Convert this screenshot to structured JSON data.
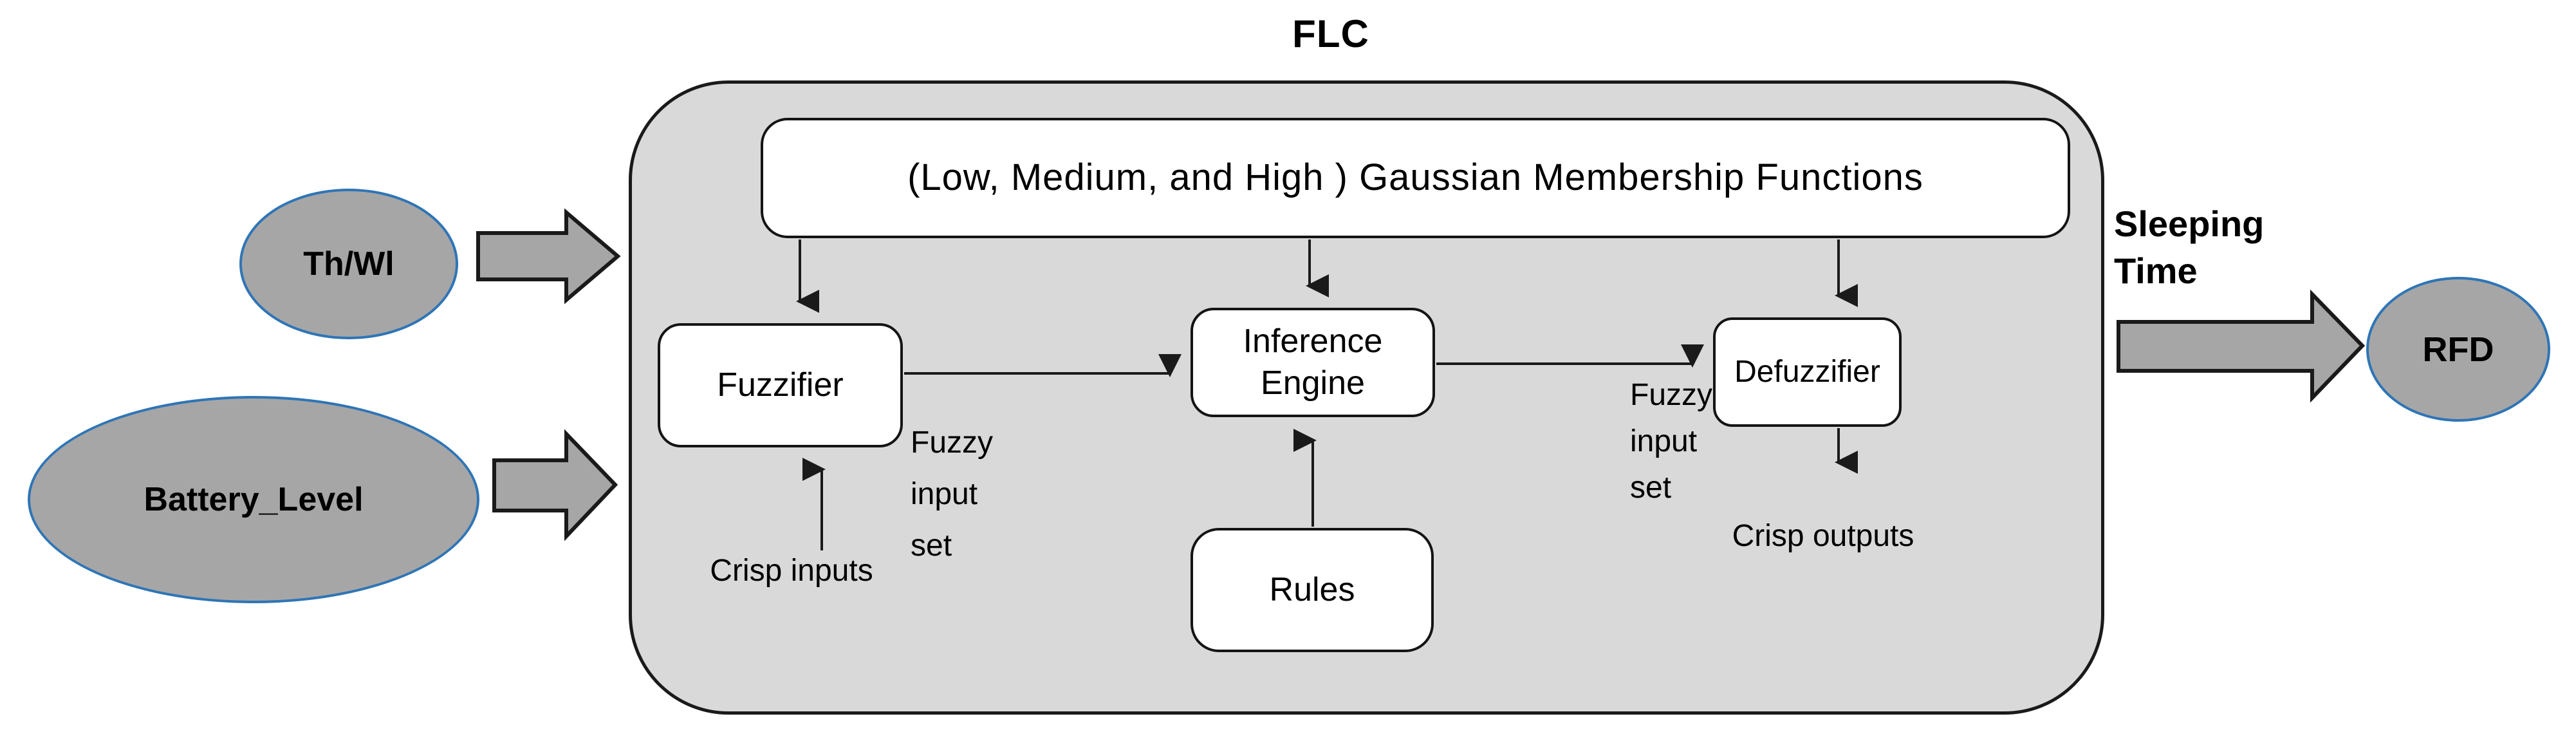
{
  "title": {
    "text": "FLC"
  },
  "inputs": [
    {
      "label": "Th/Wl"
    },
    {
      "label": "Battery_Level"
    }
  ],
  "output": {
    "arrow_label": "Sleeping Time",
    "node_label": "RFD"
  },
  "flc": {
    "membership_label": "(Low, Medium, and High ) Gaussian Membership Functions",
    "blocks": {
      "fuzzifier": "Fuzzifier",
      "inference": "Inference Engine",
      "defuzzifier": "Defuzzifier",
      "rules": "Rules"
    },
    "annotations": {
      "crisp_inputs": "Crisp inputs",
      "fuzzy_input_set_left": "Fuzzy input set",
      "fuzzy_input_set_right": "Fuzzy input set",
      "crisp_outputs": "Crisp outputs"
    }
  },
  "colors": {
    "container_fill": "#d9d9d9",
    "container_border": "#1a1a1a",
    "box_fill": "#ffffff",
    "box_border": "#141414",
    "node_fill": "#a6a6a6",
    "node_border": "#2e75b6",
    "arrow_color": "#1a1a1a",
    "text_color": "#000000"
  }
}
